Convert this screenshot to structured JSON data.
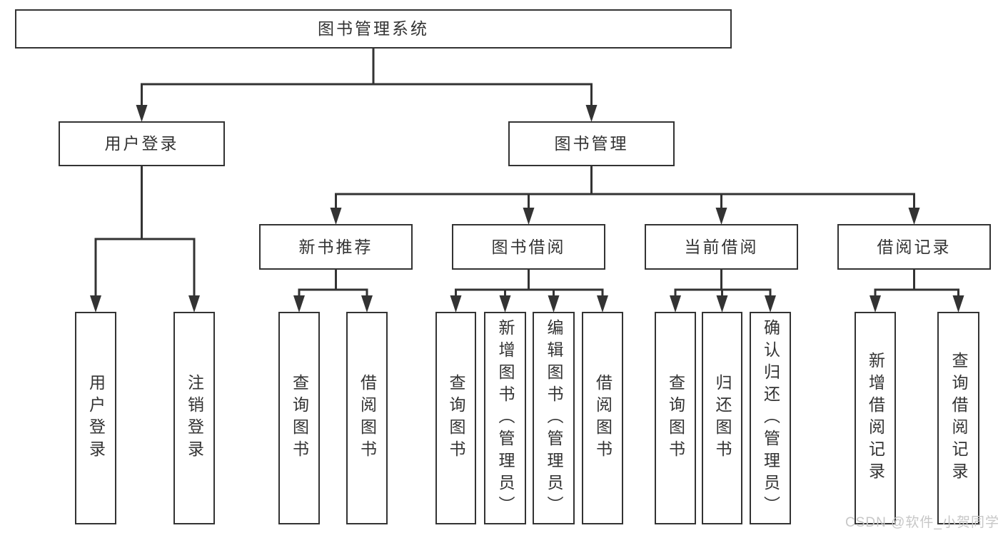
{
  "diagram": {
    "title": "图书管理系统",
    "type": "hierarchy-tree",
    "watermark": "CSDN @软件_小贺同学",
    "colors": {
      "line": "#333333",
      "box_border": "#333333",
      "box_fill": "#ffffff",
      "text": "#333333",
      "background": "#ffffff",
      "watermark": "#c7c7c7"
    },
    "nodes": [
      {
        "id": "system-root",
        "label": "图书管理系统",
        "level": 1,
        "parent": null,
        "text_direction": "horizontal"
      },
      {
        "id": "user-login-group",
        "label": "用户登录",
        "level": 2,
        "parent": "system-root",
        "text_direction": "horizontal"
      },
      {
        "id": "book-mgmt-group",
        "label": "图书管理",
        "level": 2,
        "parent": "system-root",
        "text_direction": "horizontal"
      },
      {
        "id": "new-book-rec",
        "label": "新书推荐",
        "level": 3,
        "parent": "book-mgmt-group",
        "text_direction": "horizontal"
      },
      {
        "id": "book-borrow",
        "label": "图书借阅",
        "level": 3,
        "parent": "book-mgmt-group",
        "text_direction": "horizontal"
      },
      {
        "id": "current-borrow",
        "label": "当前借阅",
        "level": 3,
        "parent": "book-mgmt-group",
        "text_direction": "horizontal"
      },
      {
        "id": "borrow-records",
        "label": "借阅记录",
        "level": 3,
        "parent": "book-mgmt-group",
        "text_direction": "horizontal"
      },
      {
        "id": "user-login",
        "label": "用户登录",
        "level": 4,
        "parent": "user-login-group",
        "text_direction": "vertical"
      },
      {
        "id": "logout-login",
        "label": "注销登录",
        "level": 4,
        "parent": "user-login-group",
        "text_direction": "vertical"
      },
      {
        "id": "query-books-1",
        "label": "查询图书",
        "level": 4,
        "parent": "new-book-rec",
        "text_direction": "vertical"
      },
      {
        "id": "borrow-books-1",
        "label": "借阅图书",
        "level": 4,
        "parent": "new-book-rec",
        "text_direction": "vertical"
      },
      {
        "id": "query-books-2",
        "label": "查询图书",
        "level": 4,
        "parent": "book-borrow",
        "text_direction": "vertical"
      },
      {
        "id": "add-books-admin",
        "label": "新增图书（管理员）",
        "level": 4,
        "parent": "book-borrow",
        "text_direction": "vertical"
      },
      {
        "id": "edit-books-admin",
        "label": "编辑图书（管理员）",
        "level": 4,
        "parent": "book-borrow",
        "text_direction": "vertical"
      },
      {
        "id": "borrow-books-2",
        "label": "借阅图书",
        "level": 4,
        "parent": "book-borrow",
        "text_direction": "vertical"
      },
      {
        "id": "query-books-3",
        "label": "查询图书",
        "level": 4,
        "parent": "current-borrow",
        "text_direction": "vertical"
      },
      {
        "id": "return-books",
        "label": "归还图书",
        "level": 4,
        "parent": "current-borrow",
        "text_direction": "vertical"
      },
      {
        "id": "confirm-return-admin",
        "label": "确认归还（管理员）",
        "level": 4,
        "parent": "current-borrow",
        "text_direction": "vertical"
      },
      {
        "id": "add-borrow-record",
        "label": "新增借阅记录",
        "level": 4,
        "parent": "borrow-records",
        "text_direction": "vertical"
      },
      {
        "id": "query-borrow-record",
        "label": "查询借阅记录",
        "level": 4,
        "parent": "borrow-records",
        "text_direction": "vertical"
      }
    ]
  }
}
